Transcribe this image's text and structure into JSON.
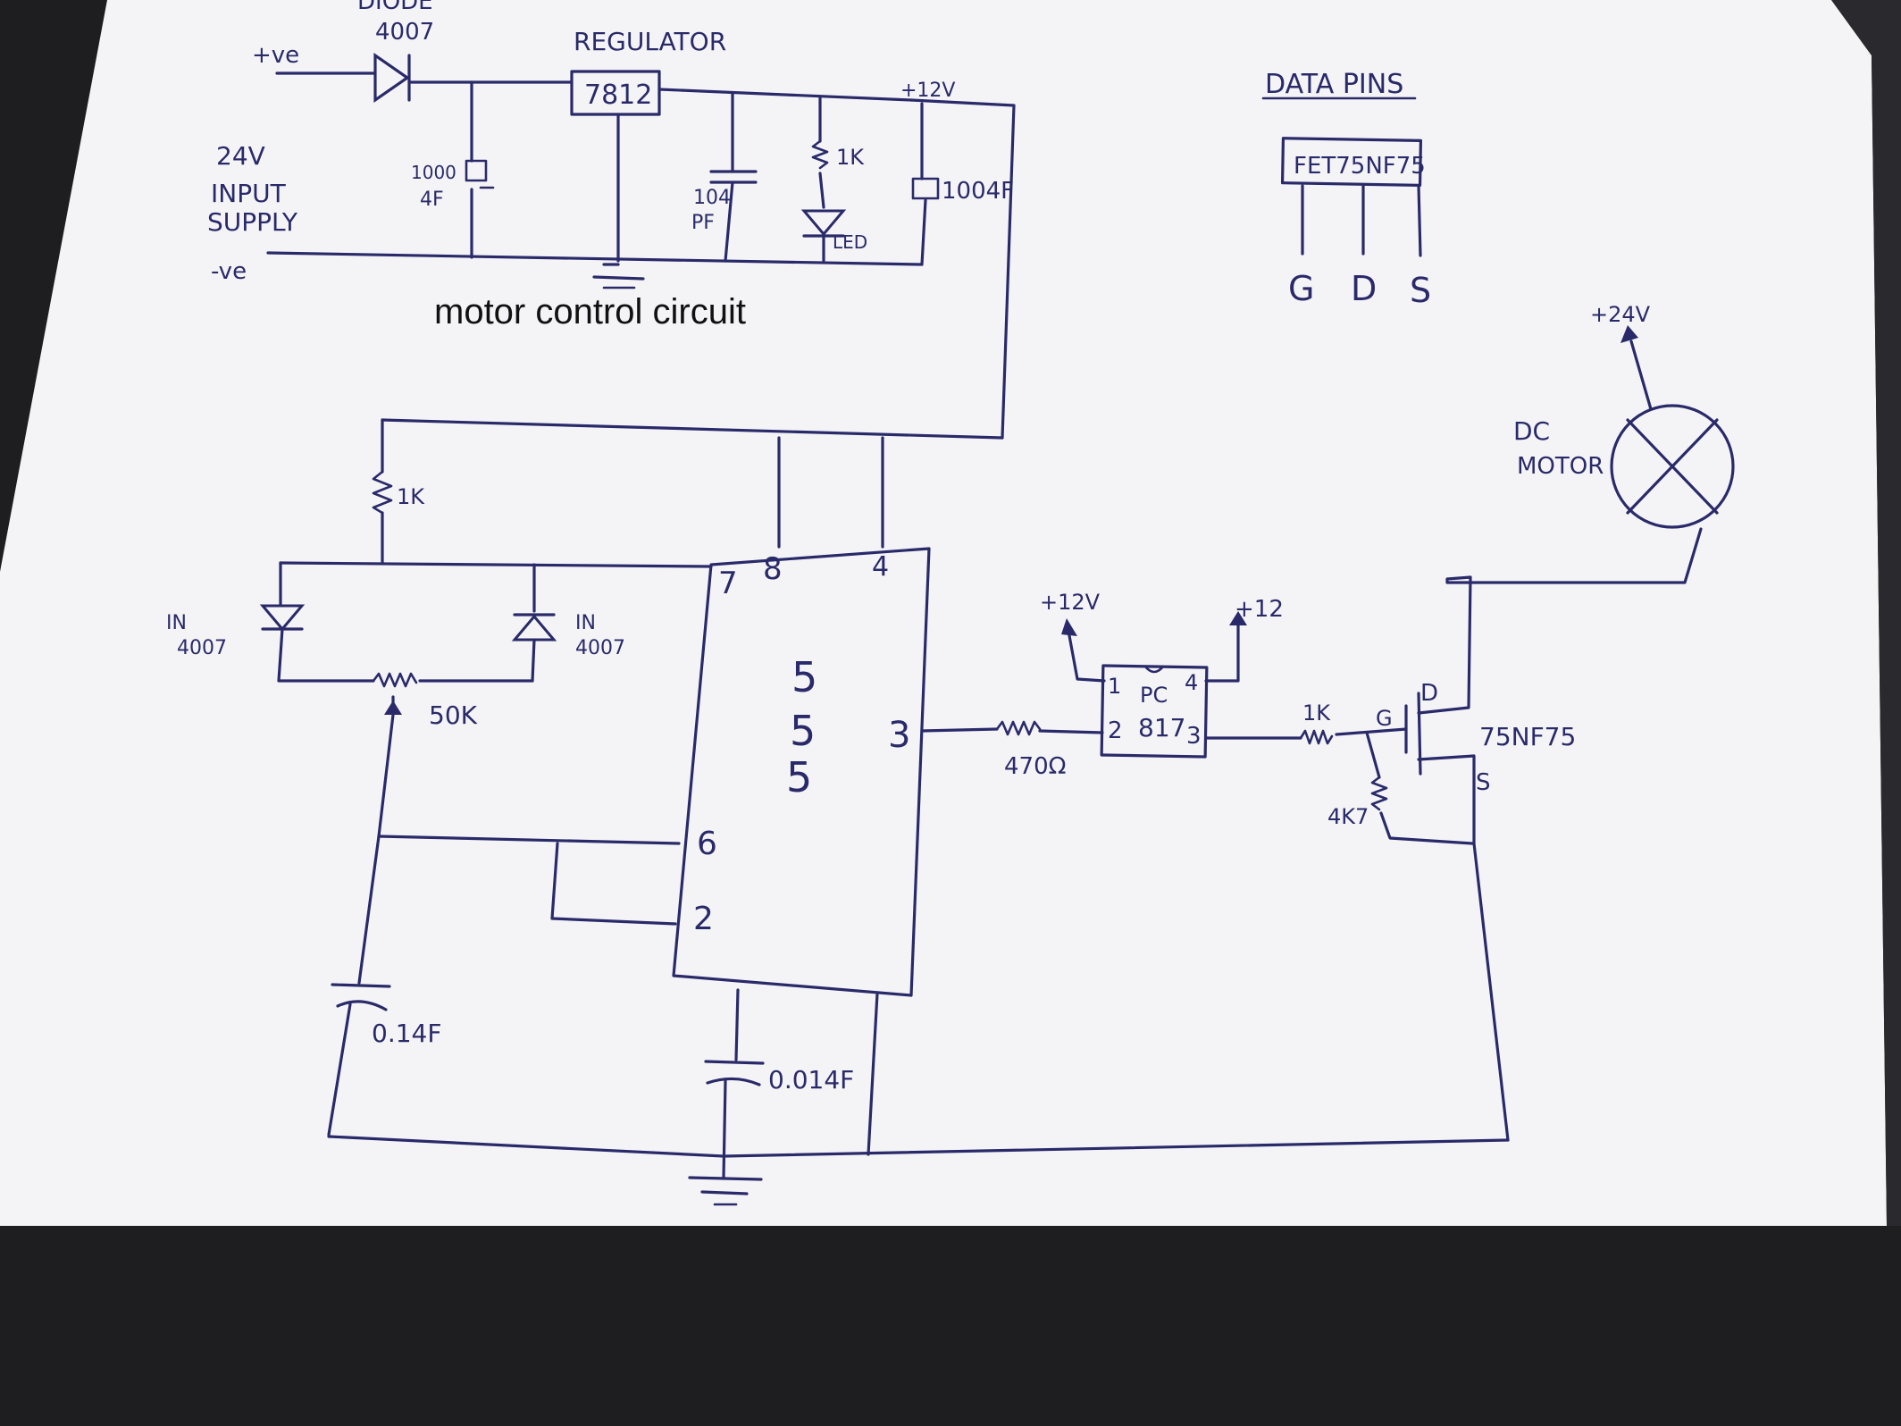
{
  "title": "motor control circuit",
  "power_supply": {
    "pos_terminal": "+ve",
    "neg_terminal": "-ve",
    "input_label_1": "24V",
    "input_label_2": "INPUT",
    "input_label_3": "SUPPLY",
    "diode_label_1": "DIODE",
    "diode_label_2": "4007",
    "regulator_heading": "REGULATOR",
    "regulator_part": "7812",
    "cap_in_1": "1000",
    "cap_in_2": "4F",
    "cap_mid_1": "104",
    "cap_mid_2": "PF",
    "led_resistor": "1K",
    "led_label": "LED",
    "cap_out": "1004F",
    "rail_12v": "+12V"
  },
  "data_pins": {
    "heading": "DATA PINS",
    "part": "FET75NF75",
    "pins": [
      "G",
      "D",
      "S"
    ]
  },
  "timer": {
    "chip_digits": [
      "5",
      "5",
      "5"
    ],
    "pin8": "8",
    "pin4": "4",
    "pin7": "7",
    "pin6": "6",
    "pin2": "2",
    "pin3": "3",
    "r_top": "1K",
    "diode_left_1": "IN",
    "diode_left_2": "4007",
    "diode_right_1": "IN",
    "diode_right_2": "4007",
    "pot": "50K",
    "cap_timing": "0.14F",
    "cap_control": "0.014F",
    "r_out": "470Ω"
  },
  "driver": {
    "opto_pin1": "1",
    "opto_pin2": "2",
    "opto_pin3": "3",
    "opto_pin4": "4",
    "opto_name_1": "PC",
    "opto_name_2": "817",
    "opto_supply_left": "+12V",
    "opto_supply_right": "+12",
    "gate_resistor": "1K",
    "pulldown": "4K7",
    "fet_g": "G",
    "fet_d": "D",
    "fet_s": "S",
    "fet_part": "75NF75"
  },
  "motor": {
    "label_1": "DC",
    "label_2": "MOTOR",
    "supply": "+24V"
  }
}
